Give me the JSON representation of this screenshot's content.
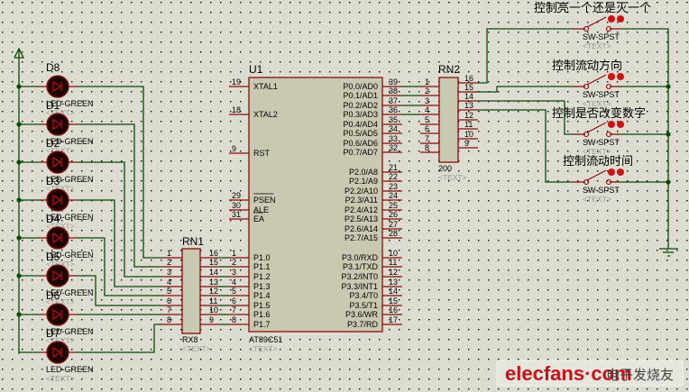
{
  "power": {
    "symbol": "power-rail"
  },
  "leds": [
    {
      "ref": "D8",
      "value": "LED-GREEN",
      "text": "<TEXT>"
    },
    {
      "ref": "D1",
      "value": "LED-GREEN",
      "text": "<TEXT>"
    },
    {
      "ref": "D2",
      "value": "LED-GREEN",
      "text": "<TEXT>"
    },
    {
      "ref": "D3",
      "value": "LED-GREEN",
      "text": "<TEXT>"
    },
    {
      "ref": "D4",
      "value": "LED-GREEN",
      "text": "<TEXT>"
    },
    {
      "ref": "D5",
      "value": "LED-GREEN",
      "text": "<TEXT>"
    },
    {
      "ref": "D6",
      "value": "LED-GREEN",
      "text": "<TEXT>"
    },
    {
      "ref": "D7",
      "value": "LED-GREEN",
      "text": "<TEXT>"
    }
  ],
  "rn1": {
    "ref": "RN1",
    "value": "RX8",
    "text": "<TEXT>",
    "left_pins": [
      "1",
      "2",
      "3",
      "4",
      "5",
      "6",
      "7",
      "8"
    ],
    "right_pins": [
      "16",
      "15",
      "14",
      "13",
      "12",
      "11",
      "10",
      "9"
    ]
  },
  "rn2": {
    "ref": "RN2",
    "value": "200",
    "text": "<TEXT>",
    "left_pins": [
      "1",
      "2",
      "3",
      "4",
      "5",
      "6",
      "7",
      "8"
    ],
    "right_pins": [
      "16",
      "15",
      "14",
      "13",
      "12",
      "11",
      "10",
      "9"
    ]
  },
  "u1": {
    "ref": "U1",
    "value": "AT89C51",
    "text": "<TEXT>",
    "left_top": [
      {
        "num": "19",
        "name": "XTAL1"
      },
      {
        "num": "18",
        "name": "XTAL2"
      },
      {
        "num": "9",
        "name": "RST"
      }
    ],
    "left_mid": [
      {
        "num": "29",
        "name": "PSEN"
      },
      {
        "num": "30",
        "name": "ALE"
      },
      {
        "num": "31",
        "name": "EA"
      }
    ],
    "left_p1": [
      {
        "num": "1",
        "name": "P1.0"
      },
      {
        "num": "2",
        "name": "P1.1"
      },
      {
        "num": "3",
        "name": "P1.2"
      },
      {
        "num": "4",
        "name": "P1.3"
      },
      {
        "num": "5",
        "name": "P1.4"
      },
      {
        "num": "6",
        "name": "P1.5"
      },
      {
        "num": "7",
        "name": "P1.6"
      },
      {
        "num": "8",
        "name": "P1.7"
      }
    ],
    "right_p0": [
      {
        "num": "39",
        "name": "P0.0/AD0"
      },
      {
        "num": "38",
        "name": "P0.1/AD1"
      },
      {
        "num": "37",
        "name": "P0.2/AD2"
      },
      {
        "num": "36",
        "name": "P0.3/AD3"
      },
      {
        "num": "35",
        "name": "P0.4/AD4"
      },
      {
        "num": "34",
        "name": "P0.5/AD5"
      },
      {
        "num": "33",
        "name": "P0.6/AD6"
      },
      {
        "num": "32",
        "name": "P0.7/AD7"
      }
    ],
    "right_p2": [
      {
        "num": "21",
        "name": "P2.0/A8"
      },
      {
        "num": "22",
        "name": "P2.1/A9"
      },
      {
        "num": "23",
        "name": "P2.2/A10"
      },
      {
        "num": "24",
        "name": "P2.3/A11"
      },
      {
        "num": "25",
        "name": "P2.4/A12"
      },
      {
        "num": "26",
        "name": "P2.5/A13"
      },
      {
        "num": "27",
        "name": "P2.6/A14"
      },
      {
        "num": "28",
        "name": "P2.7/A15"
      }
    ],
    "right_p3": [
      {
        "num": "10",
        "name": "P3.0/RXD"
      },
      {
        "num": "11",
        "name": "P3.1/TXD"
      },
      {
        "num": "12",
        "name": "P3.2/INT0"
      },
      {
        "num": "13",
        "name": "P3.3/INT1"
      },
      {
        "num": "14",
        "name": "P3.4/T0"
      },
      {
        "num": "15",
        "name": "P3.5/T1"
      },
      {
        "num": "16",
        "name": "P3.6/WR"
      },
      {
        "num": "17",
        "name": "P3.7/RD"
      }
    ]
  },
  "switches": [
    {
      "label": "控制亮一个还是灭一个",
      "value": "SW-SPST",
      "text": "<TEXT>"
    },
    {
      "label": "控制流动方向",
      "value": "SW-SPST",
      "text": "<TEXT>"
    },
    {
      "label": "控制是否改变数字",
      "value": "SW-SPST",
      "text": "<TEXT>"
    },
    {
      "label": "控制流动时间",
      "value": "SW-SPST",
      "text": "<TEXT>"
    }
  ],
  "watermark": {
    "brand": "elecfans",
    "dot": "·",
    "tld": "com",
    "cn": "电子发烧友"
  }
}
